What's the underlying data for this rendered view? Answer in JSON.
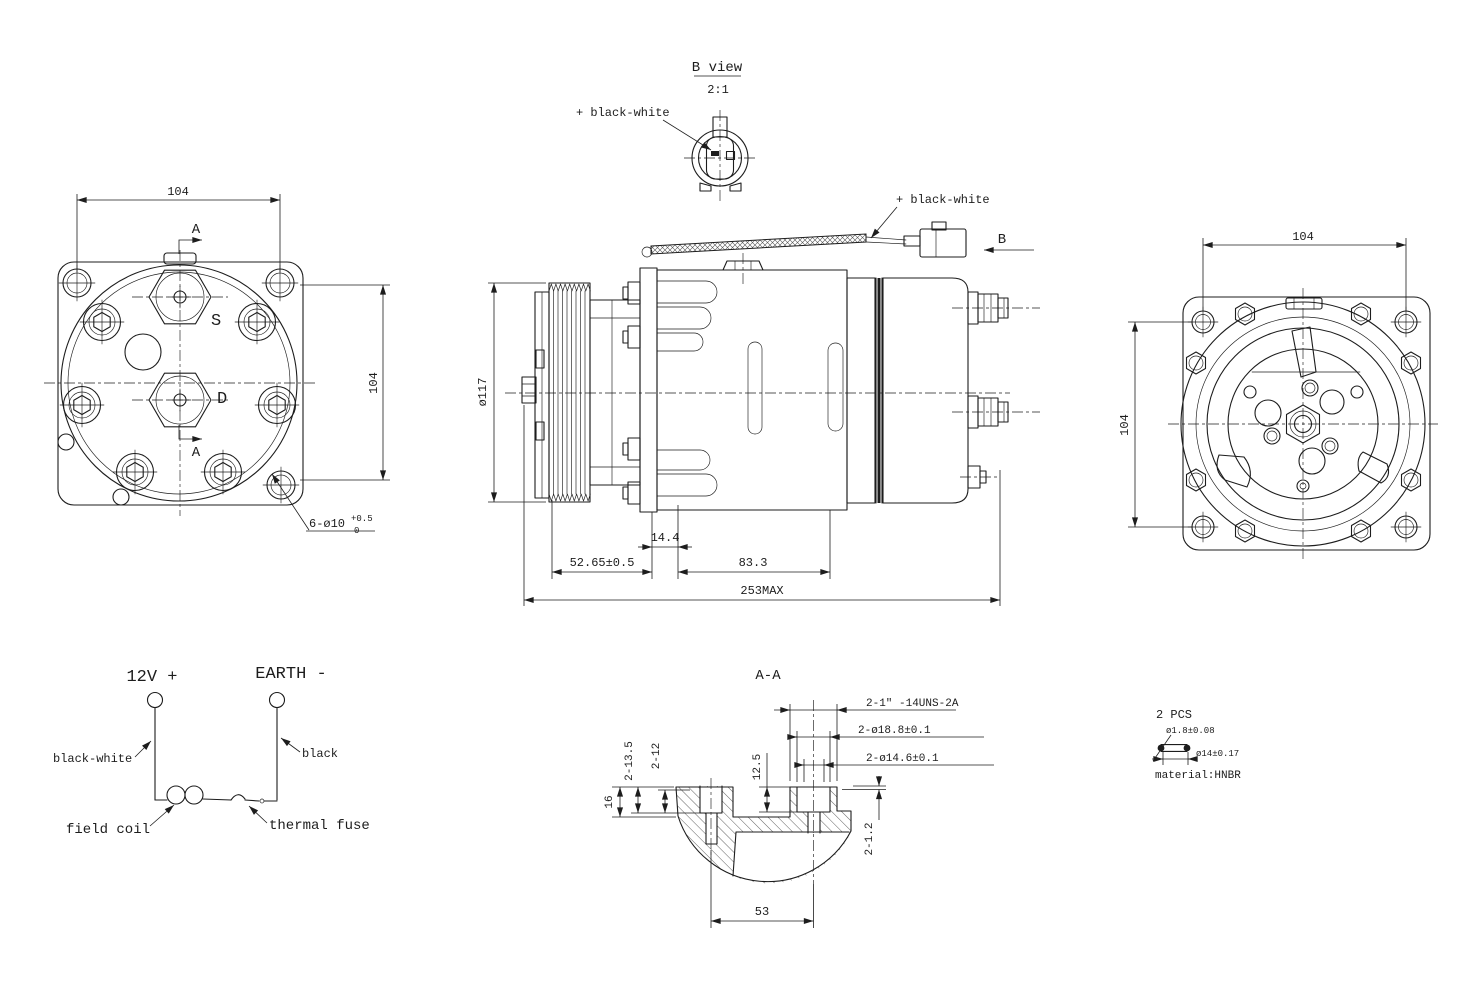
{
  "drawing": {
    "background": "#ffffff",
    "line_color": "#1d1d1d",
    "b_view": {
      "title": "B view",
      "scale_note": "2:1",
      "wire_label": "+ black-white"
    },
    "front_view": {
      "dim_width": "104",
      "dim_height": "104",
      "section_arrow": "A",
      "suction_port": "S",
      "discharge_port": "D",
      "hole_note": "6-ø10",
      "hole_tol_upper": "+0.5",
      "hole_tol_lower": "0"
    },
    "side_view": {
      "pulley_dia": "ø117",
      "wire_label": "+ black-white",
      "view_arrow": "B",
      "dim_clutch": "52.65±0.5",
      "dim_gap": "14.4",
      "dim_body": "83.3",
      "dim_overall": "253MAX"
    },
    "rear_view": {
      "dim_width": "104",
      "dim_height": "104"
    },
    "wiring": {
      "positive_terminal": "12V +",
      "negative_terminal": "EARTH -",
      "positive_wire": "black-white",
      "negative_wire": "black",
      "coil": "field coil",
      "fuse": "thermal fuse"
    },
    "section_aa": {
      "title": "A-A",
      "thread_note": "2-1\" -14UNS-2A",
      "counterbore_dia": "2-ø18.8±0.1",
      "bore_dia": "2-ø14.6±0.1",
      "depth_left_outer": "2-13.5",
      "depth_left_inner": "2-12",
      "flange_height": "16",
      "depth_right": "12.5",
      "step": "2-1.2",
      "port_spacing": "53"
    },
    "oring_detail": {
      "quantity": "2 PCS",
      "cross_section_dia": "ø1.8±0.08",
      "ring_dia": "ø14±0.17",
      "material": "material:HNBR"
    }
  }
}
